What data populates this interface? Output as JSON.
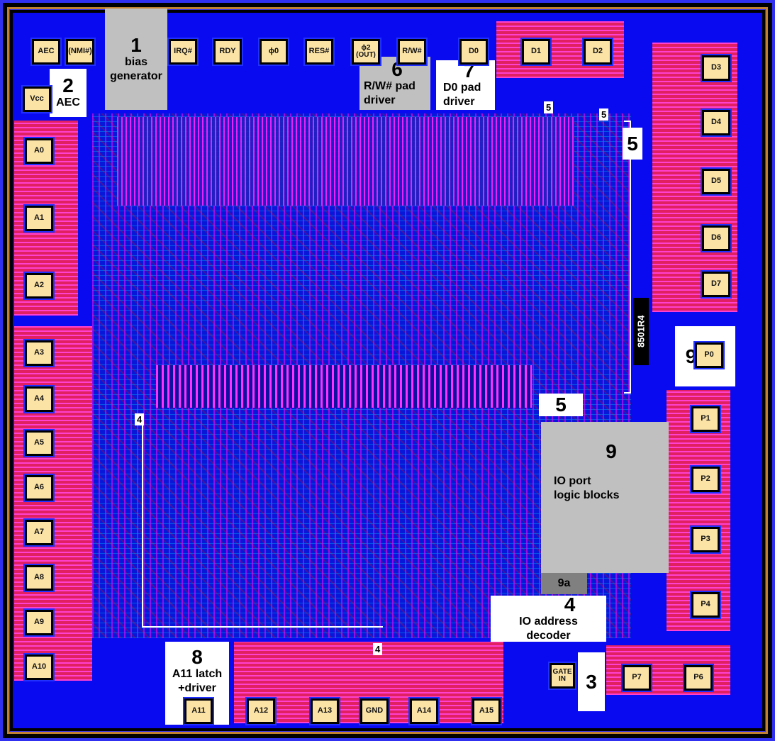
{
  "pads": {
    "top": [
      "AEC",
      "(NMI#)",
      "IRQ#",
      "RDY",
      "ϕ0",
      "RES#",
      "ϕ2 (OUT)",
      "R/W#",
      "D0",
      "D1",
      "D2"
    ],
    "right": [
      "D3",
      "D4",
      "D5",
      "D6",
      "D7",
      "P0",
      "P1",
      "P2",
      "P3",
      "P4"
    ],
    "bottom_right": [
      "P7",
      "P6",
      "GATE IN"
    ],
    "left": [
      "Vcc",
      "A0",
      "A1",
      "A2",
      "A3",
      "A4",
      "A5",
      "A6",
      "A7",
      "A8",
      "A9",
      "A10"
    ],
    "bottom": [
      "A11",
      "A12",
      "A13",
      "GND",
      "A14",
      "A15"
    ]
  },
  "labels": {
    "bias": {
      "num": "1",
      "text1": "bias",
      "text2": "generator"
    },
    "aec": {
      "num": "2",
      "text": "AEC"
    },
    "rw": {
      "num": "6",
      "text1": "R/W# pad",
      "text2": "driver"
    },
    "d0": {
      "num": "7",
      "text1": "D0 pad",
      "text2": "driver"
    },
    "five": "5",
    "io_port": {
      "num": "9",
      "text1": "IO port",
      "text2": "logic blocks"
    },
    "p0_nine": "9",
    "nine_a": "9a",
    "io_addr": {
      "num": "4",
      "text1": "IO address",
      "text2": "decoder"
    },
    "four": "4",
    "three": "3",
    "a11": {
      "num": "8",
      "text1": "A11 latch",
      "text2": "+driver"
    },
    "chip_id": "8501R4"
  }
}
